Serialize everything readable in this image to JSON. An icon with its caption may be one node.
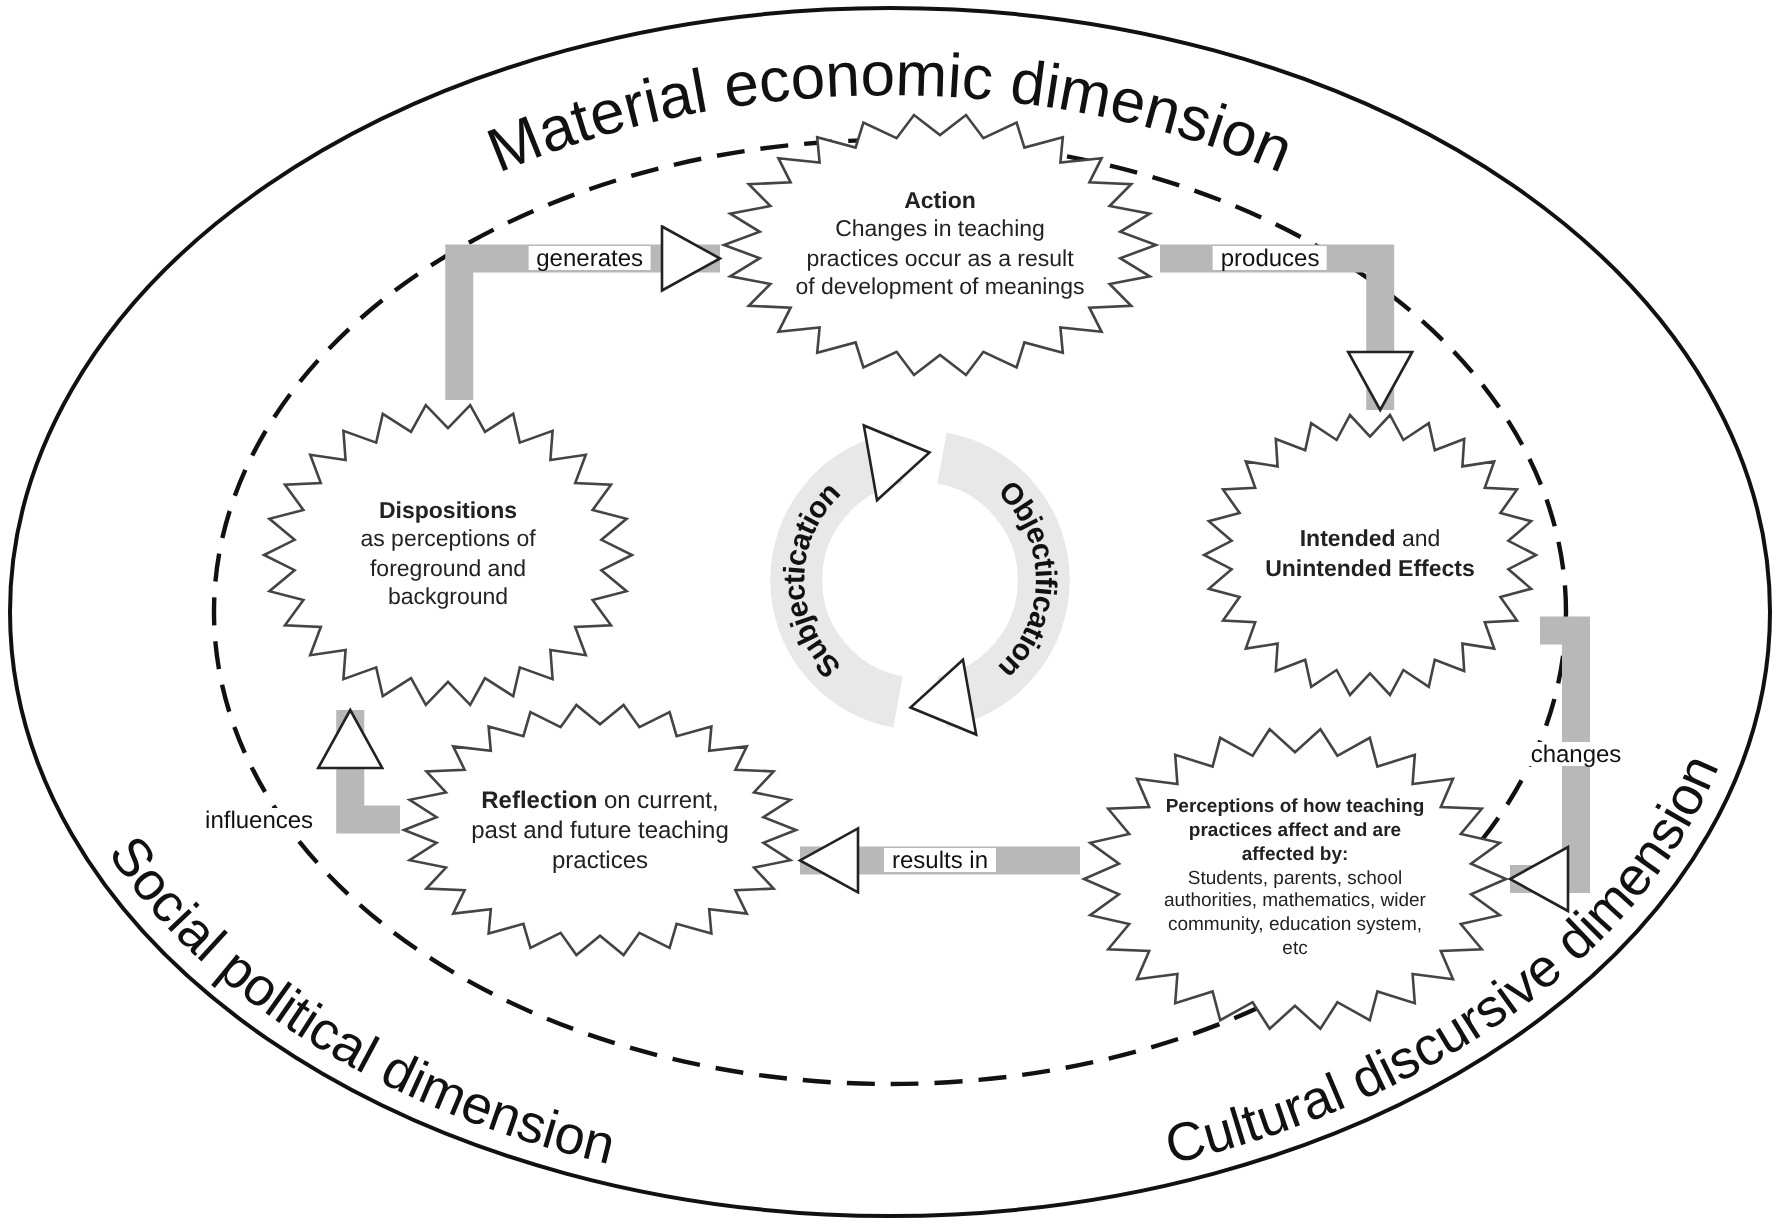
{
  "diagram": {
    "nodes": [
      {
        "text": [
          "Action",
          "Changes in teaching practices occur as a result of development of meanings"
        ]
      },
      {
        "text": [
          "**Intended** and **Unintended Effects**"
        ]
      },
      {
        "text": [
          "Perceptions of how teaching practices affect and are affected by:",
          "Students, parents, school authorities, mathematics, wider community, education system, etc"
        ]
      },
      {
        "text": [
          "**Reflection** on current, past and future teaching practices"
        ]
      },
      {
        "text": [
          "Dispositions",
          "as perceptions of foreground and background"
        ]
      }
    ],
    "edges": [
      {
        "from": 4,
        "to": 0,
        "arrow": "to",
        "label": "generates"
      },
      {
        "from": 0,
        "to": 1,
        "arrow": "to",
        "label": "produces"
      },
      {
        "from": 1,
        "to": 2,
        "arrow": "to",
        "label": "changes"
      },
      {
        "from": 2,
        "to": 3,
        "arrow": "to",
        "label": "results in"
      },
      {
        "from": 3,
        "to": 4,
        "arrow": "to",
        "label": "influences"
      }
    ],
    "labels": [
      "Material economic dimension",
      "Social political dimension",
      "Cultural discursive dimension",
      "Subjectication",
      "Objectification"
    ]
  }
}
